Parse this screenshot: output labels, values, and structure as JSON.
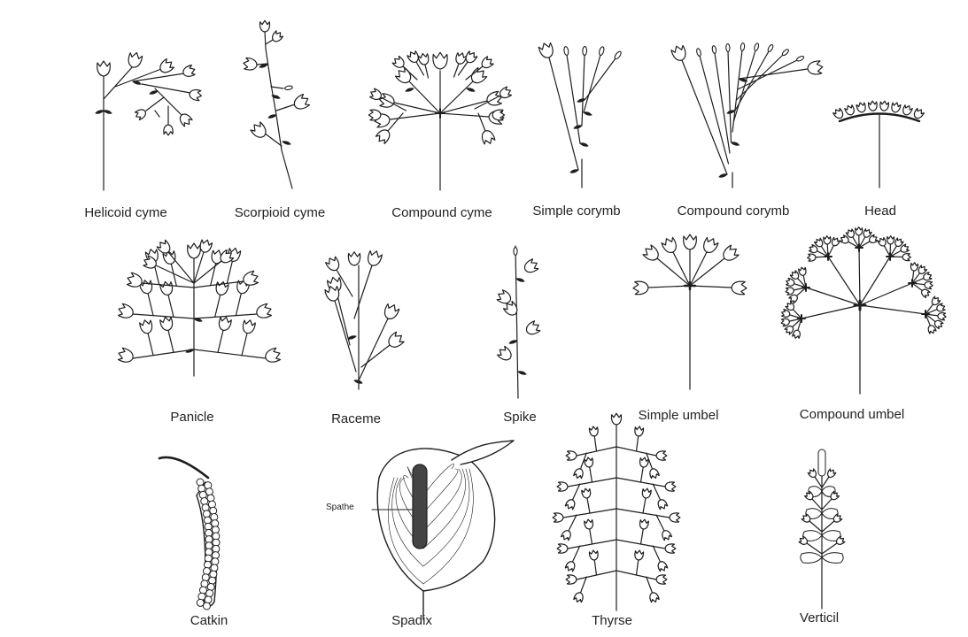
{
  "colors": {
    "ink": "#1e1e1e",
    "paper": "#ffffff",
    "text": "#222222"
  },
  "figures": {
    "helicoid_cyme": "Helicoid cyme",
    "scorpioid_cyme": "Scorpioid cyme",
    "compound_cyme": "Compound cyme",
    "simple_corymb": "Simple corymb",
    "compound_corymb": "Compound corymb",
    "head": "Head",
    "panicle": "Panicle",
    "raceme": "Raceme",
    "spike": "Spike",
    "simple_umbel": "Simple umbel",
    "compound_umbel": "Compound umbel",
    "catkin": "Catkin",
    "spadix": "Spadix",
    "thyrse": "Thyrse",
    "verticil": "Verticil"
  },
  "annotations": {
    "spathe_label": "Spathe"
  }
}
